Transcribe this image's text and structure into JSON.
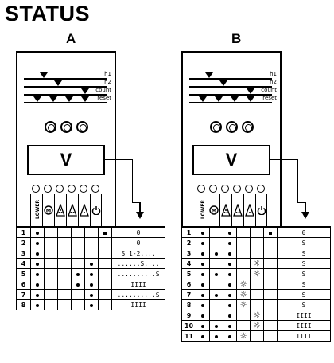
{
  "title": "STATUS",
  "panels": [
    {
      "label": "A",
      "indicators": [
        "h1",
        "h2",
        "count",
        "reset"
      ],
      "display": "V",
      "rows": [
        {
          "n": "1",
          "c": [
            "dot",
            "",
            "",
            "",
            "",
            "sq"
          ],
          "r": "0"
        },
        {
          "n": "2",
          "c": [
            "dot",
            "",
            "",
            "",
            "",
            ""
          ],
          "r": "0"
        },
        {
          "n": "3",
          "c": [
            "dot",
            "",
            "",
            "",
            "",
            ""
          ],
          "r": "S 1-2...."
        },
        {
          "n": "4",
          "c": [
            "dot",
            "",
            "",
            "",
            "dot",
            ""
          ],
          "r": "......S...."
        },
        {
          "n": "5",
          "c": [
            "dot",
            "",
            "",
            "dot",
            "dot",
            ""
          ],
          "r": "..........S"
        },
        {
          "n": "6",
          "c": [
            "dot",
            "",
            "",
            "dot",
            "dot",
            ""
          ],
          "r": "IIII"
        },
        {
          "n": "7",
          "c": [
            "dot",
            "",
            "",
            "",
            "dot",
            ""
          ],
          "r": "..........S"
        },
        {
          "n": "8",
          "c": [
            "dot",
            "",
            "",
            "",
            "dot",
            ""
          ],
          "r": "IIII"
        }
      ]
    },
    {
      "label": "B",
      "indicators": [
        "h1",
        "h2",
        "count",
        "reset"
      ],
      "display": "V",
      "rows": [
        {
          "n": "1",
          "c": [
            "dot",
            "",
            "dot",
            "",
            "",
            "sq"
          ],
          "r": "0"
        },
        {
          "n": "2",
          "c": [
            "dot",
            "",
            "dot",
            "",
            "",
            ""
          ],
          "r": "S"
        },
        {
          "n": "3",
          "c": [
            "dot",
            "dot",
            "dot",
            "",
            "",
            ""
          ],
          "r": "S"
        },
        {
          "n": "4",
          "c": [
            "dot",
            "",
            "dot",
            "",
            "sun",
            ""
          ],
          "r": "S"
        },
        {
          "n": "5",
          "c": [
            "dot",
            "dot",
            "dot",
            "",
            "sun",
            ""
          ],
          "r": "S"
        },
        {
          "n": "6",
          "c": [
            "dot",
            "",
            "dot",
            "sun",
            "",
            ""
          ],
          "r": "S"
        },
        {
          "n": "7",
          "c": [
            "dot",
            "dot",
            "dot",
            "sun",
            "",
            ""
          ],
          "r": "S"
        },
        {
          "n": "8",
          "c": [
            "dot",
            "",
            "dot",
            "sun",
            "",
            ""
          ],
          "r": "S"
        },
        {
          "n": "9",
          "c": [
            "dot",
            "",
            "dot",
            "",
            "sun",
            ""
          ],
          "r": "IIII"
        },
        {
          "n": "10",
          "c": [
            "dot",
            "dot",
            "dot",
            "",
            "sun",
            ""
          ],
          "r": "IIII"
        },
        {
          "n": "11",
          "c": [
            "dot",
            "dot",
            "dot",
            "sun",
            "",
            ""
          ],
          "r": "IIII"
        }
      ]
    }
  ],
  "icons": [
    "lower-icon",
    "m-circle-icon",
    "iron-high-icon",
    "iron-mid-icon",
    "iron-low-icon",
    "power-icon"
  ],
  "icon_text": {
    "lower": "LOWER"
  }
}
